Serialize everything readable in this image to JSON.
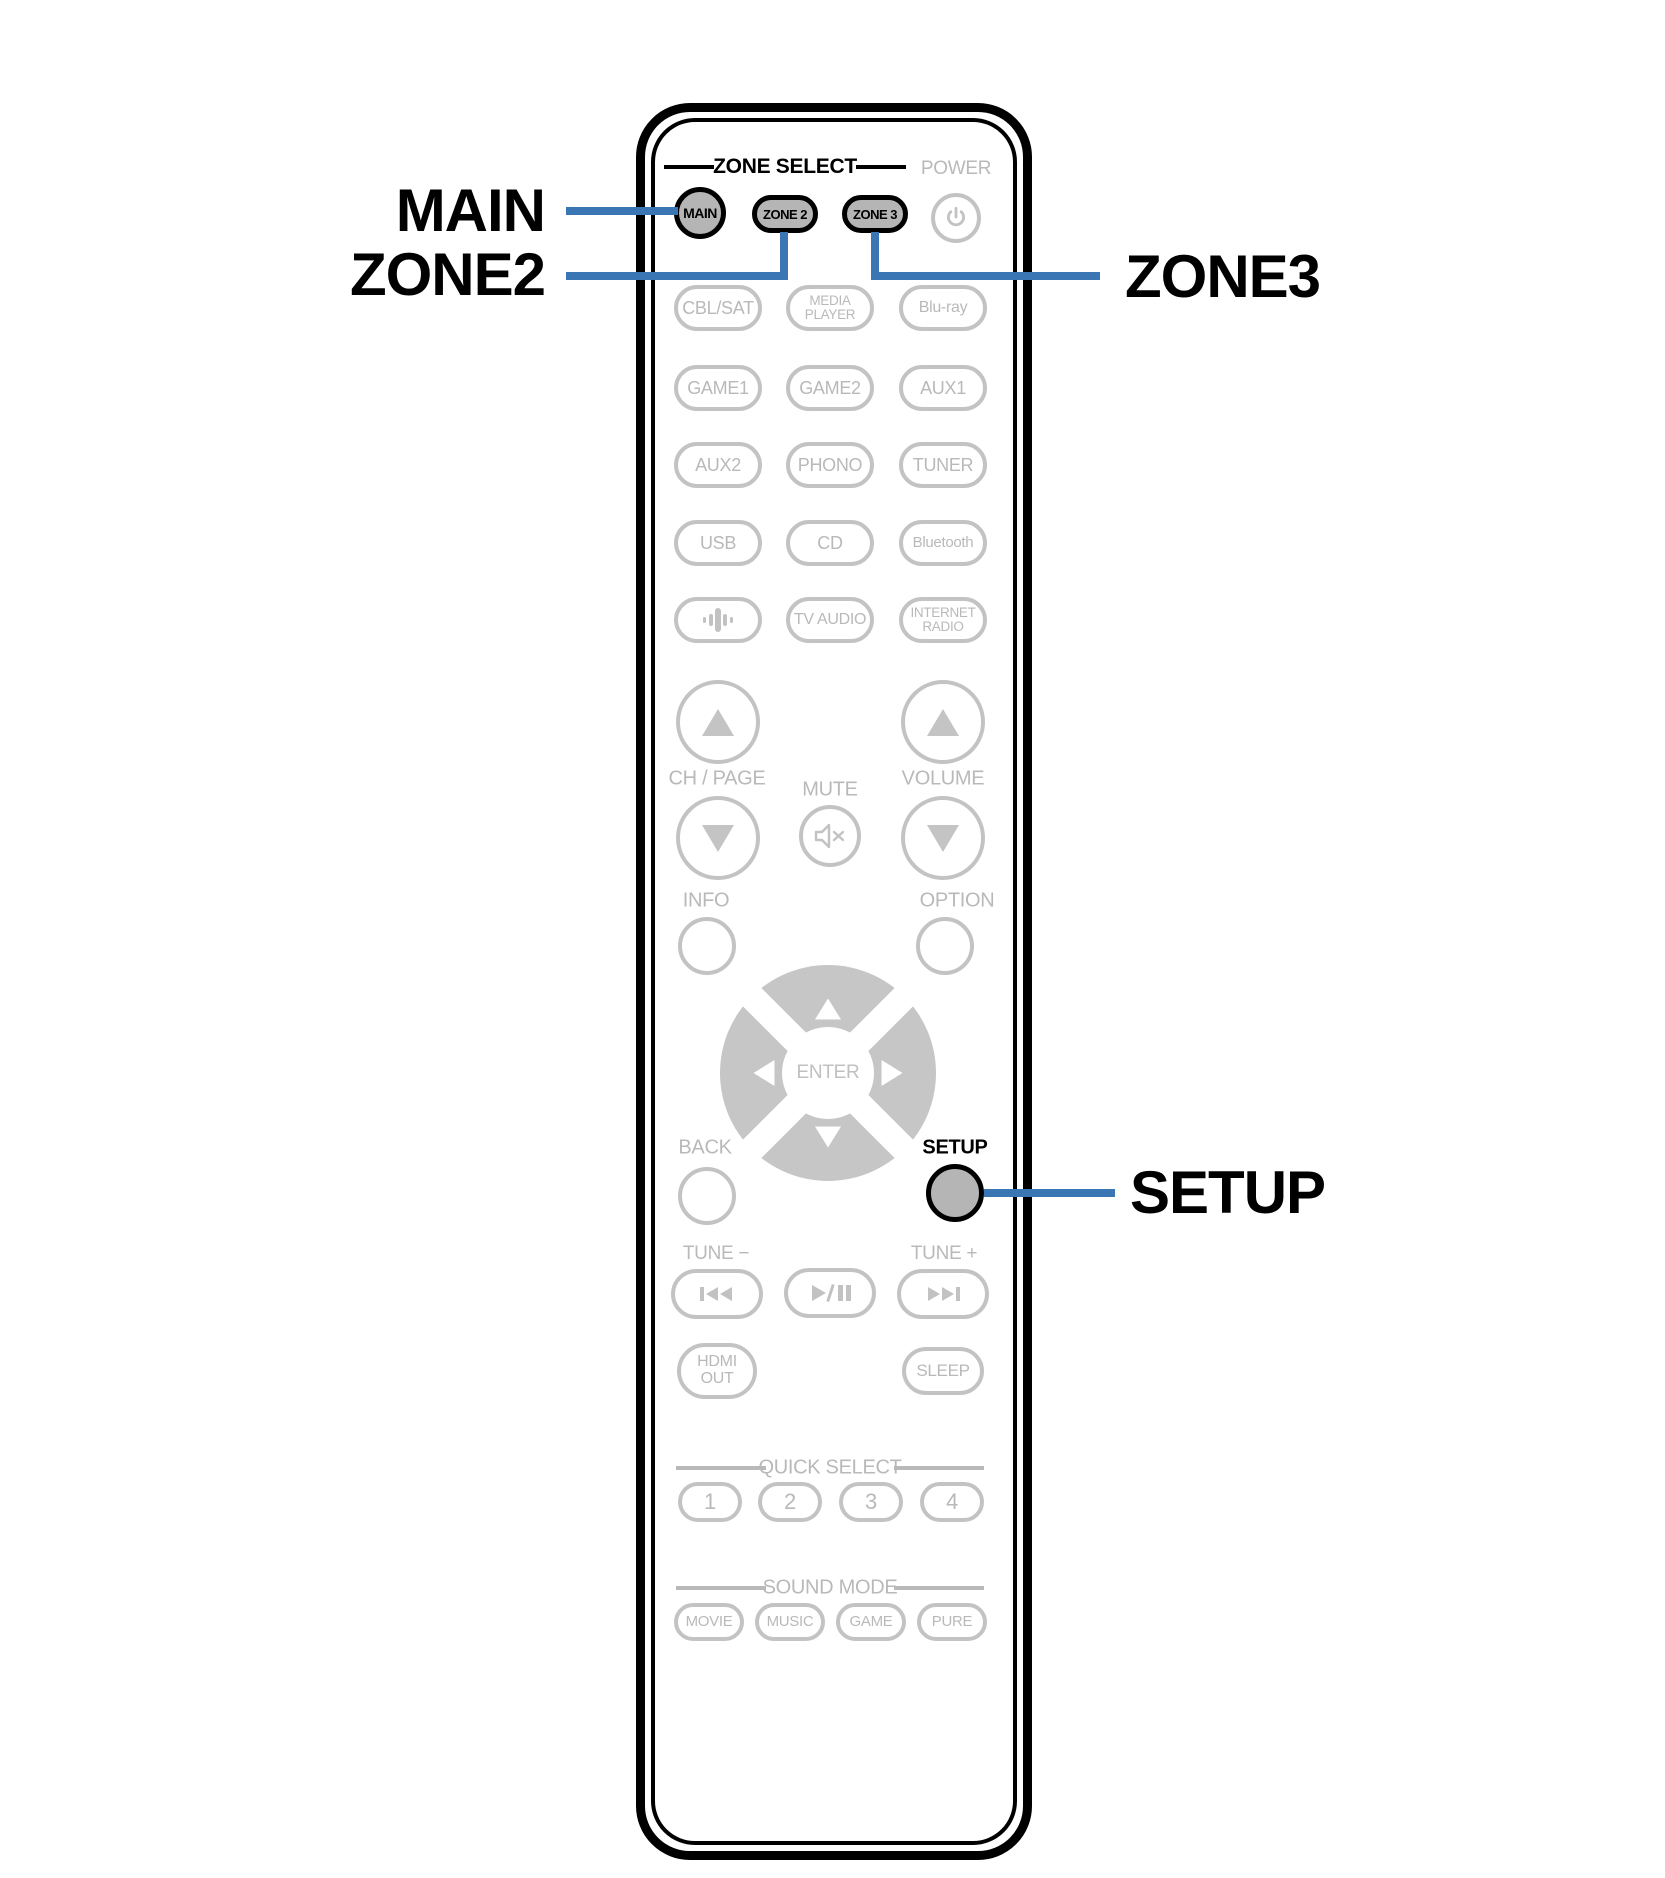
{
  "page": {
    "background": "#ffffff"
  },
  "colors": {
    "callout_line_blue": "#3a75b4",
    "highlighted_button_fill": "#b5b5b5",
    "outline_gray": "#c3c3c3",
    "label_gray": "#b9b9b9",
    "black": "#000000"
  },
  "callouts": {
    "main_label": "MAIN",
    "zone2_label": "ZONE2",
    "zone3_label": "ZONE3",
    "setup_label": "SETUP"
  },
  "remote": {
    "zone_select": {
      "heading": "ZONE SELECT",
      "main_button": "MAIN",
      "zone2_button": "ZONE 2",
      "zone3_button": "ZONE 3"
    },
    "power": {
      "label": "POWER",
      "icon": "power-icon"
    },
    "sources": [
      "CBL/SAT",
      "MEDIA\nPLAYER",
      "Blu-ray",
      "GAME1",
      "GAME2",
      "AUX1",
      "AUX2",
      "PHONO",
      "TUNER",
      "USB",
      "CD",
      "Bluetooth",
      "",
      "TV AUDIO",
      "INTERNET\nRADIO"
    ],
    "heos_button_icon": "equalizer-icon",
    "ch_page_label": "CH / PAGE",
    "mute_label": "MUTE",
    "mute_icon": "mute-speaker-icon",
    "volume_label": "VOLUME",
    "info_label": "INFO",
    "option_label": "OPTION",
    "enter_label": "ENTER",
    "back_label": "BACK",
    "setup_label": "SETUP",
    "tune_minus_label": "TUNE −",
    "tune_plus_label": "TUNE +",
    "transport_icons": [
      "skip-back-icon",
      "play-pause-icon",
      "skip-forward-icon"
    ],
    "hdmi_out_label": "HDMI\nOUT",
    "sleep_label": "SLEEP",
    "quick_select": {
      "heading": "QUICK SELECT",
      "buttons": [
        "1",
        "2",
        "3",
        "4"
      ]
    },
    "sound_mode": {
      "heading": "SOUND MODE",
      "buttons": [
        "MOVIE",
        "MUSIC",
        "GAME",
        "PURE"
      ]
    }
  }
}
